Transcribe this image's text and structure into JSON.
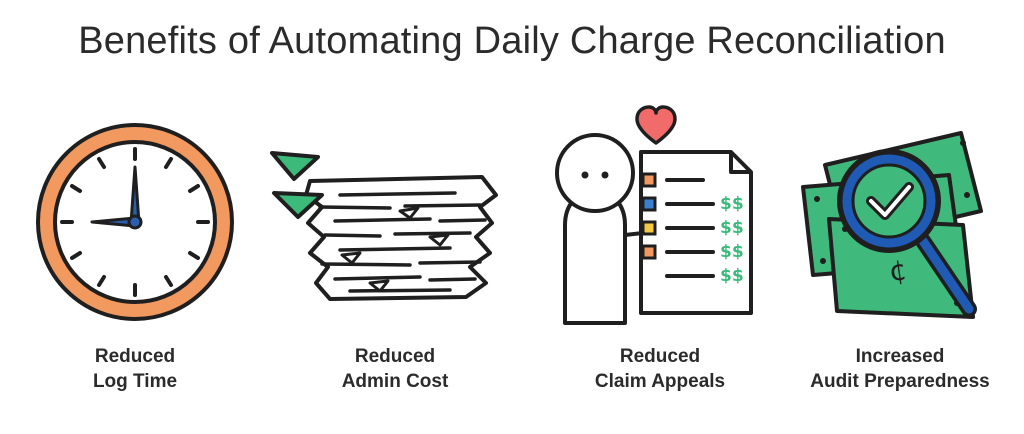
{
  "title": "Benefits of Automating Daily Charge Reconciliation",
  "colors": {
    "outline": "#1f1f1f",
    "clock_ring": "#f2995f",
    "hand_blue": "#2a5fb0",
    "green": "#3bba7a",
    "heart": "#f26b6b",
    "money": "#3fba7c",
    "magnifier": "#1f5ab5",
    "tab_orange": "#f2995f",
    "tab_blue": "#3a7fd0",
    "tab_yellow": "#f5c842"
  },
  "benefits": [
    {
      "icon": "clock-icon",
      "line1": "Reduced",
      "line2": "Log Time"
    },
    {
      "icon": "paper-stack-icon",
      "line1": "Reduced",
      "line2": "Admin Cost"
    },
    {
      "icon": "person-document-icon",
      "line1": "Reduced",
      "line2": "Claim Appeals"
    },
    {
      "icon": "money-magnifier-icon",
      "line1": "Increased",
      "line2": "Audit Preparedness"
    }
  ],
  "document_amounts": [
    "$$",
    "$$",
    "$$",
    "$$"
  ],
  "money_symbol": "¢"
}
